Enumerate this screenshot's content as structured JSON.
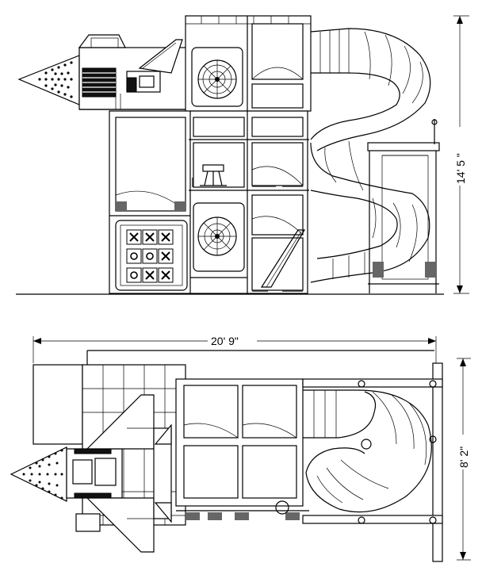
{
  "drawing": {
    "elevation_view": {
      "height_dimension": "14' 5 \""
    },
    "plan_view": {
      "width_dimension": "20' 9\"",
      "depth_dimension": "8' 2\""
    },
    "tic_tac_toe": [
      "X",
      "X",
      "X",
      "O",
      "O",
      "X",
      "O",
      "X",
      "X"
    ]
  }
}
